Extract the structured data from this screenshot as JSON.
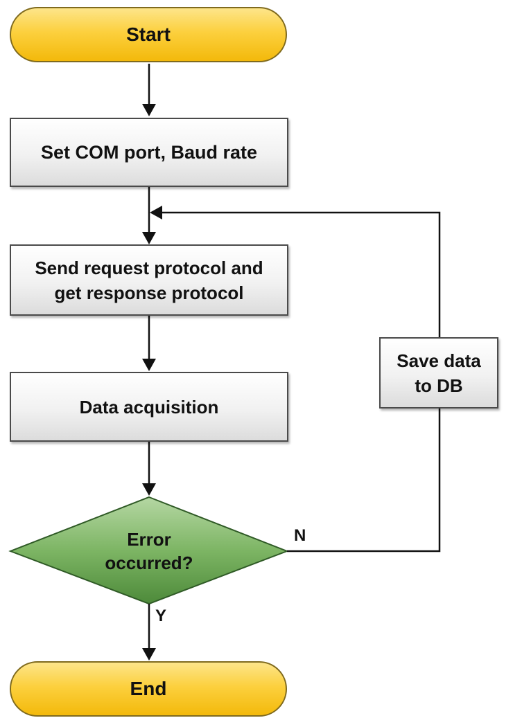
{
  "nodes": {
    "start": "Start",
    "set_port": "Set COM port, Baud rate",
    "send_request": "Send request protocol and\nget response protocol",
    "data_acquisition": "Data acquisition",
    "error_check": "Error\noccurred?",
    "save_data": "Save data\nto DB",
    "end": "End"
  },
  "edges": {
    "no_label": "N",
    "yes_label": "Y"
  },
  "colors": {
    "terminal_fill": "#fcd03e",
    "decision_fill": "#5f9e4f",
    "process_fill": "#ececec"
  }
}
